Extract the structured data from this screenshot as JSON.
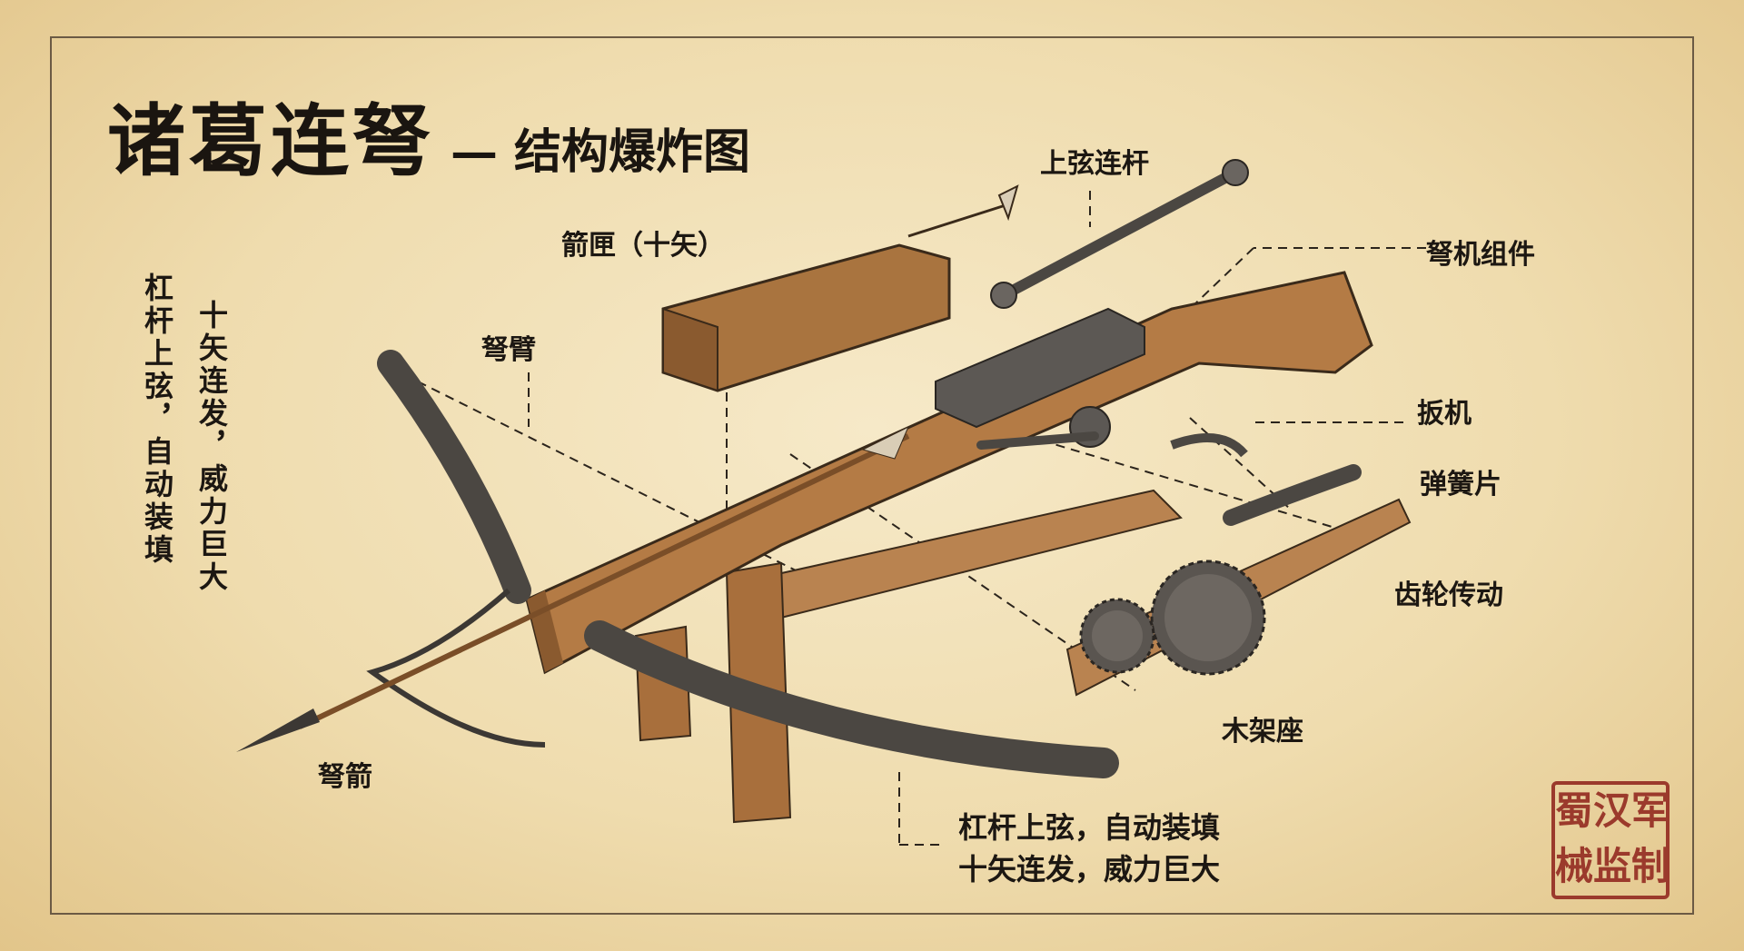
{
  "title": {
    "main": "诸葛连弩",
    "separator": "—",
    "sub": "结构爆炸图"
  },
  "side_text": {
    "col1": "杠杆上弦，自动装填",
    "col2": "十矢连发，威力巨大"
  },
  "labels": {
    "draw_link": "上弦连杆",
    "magazine": "箭匣（十矢）",
    "mechanism": "弩机组件",
    "arm": "弩臂",
    "trigger": "扳机",
    "spring": "弹簧片",
    "gear": "齿轮传动",
    "stand": "木架座",
    "bolt": "弩箭"
  },
  "caption": {
    "line1": "杠杆上弦，自动装填",
    "line2": "十矢连发，威力巨大"
  },
  "seal": {
    "c1": "蜀",
    "c2": "汉",
    "c3": "军",
    "c4": "械",
    "c5": "监",
    "c6": "制"
  },
  "colors": {
    "paper": "#f1e1b8",
    "wood": "#b07a45",
    "wood_dark": "#7a4e28",
    "metal": "#4b4742",
    "seal": "#9b3a2c"
  }
}
